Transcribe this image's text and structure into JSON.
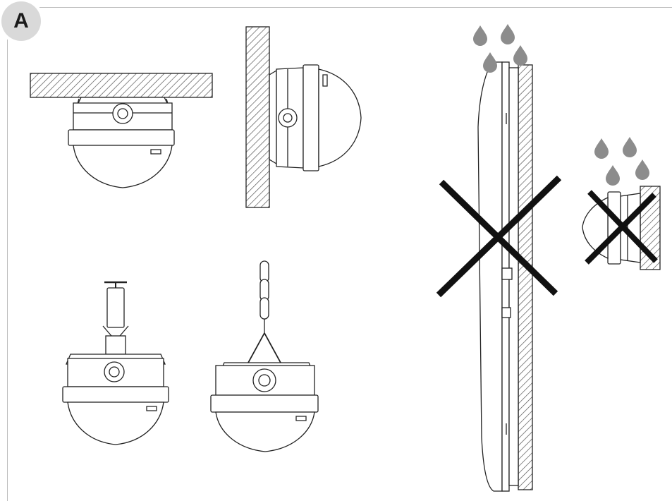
{
  "panel": {
    "label": "A"
  },
  "colors": {
    "line": "#222222",
    "hatch": "#555555",
    "cross": "#111111",
    "drop": "#8c8c8c",
    "badge": "#d9d9d9",
    "frame": "#bdbdbd"
  },
  "icons": [
    "hatch-ceiling",
    "hatch-wall",
    "water-drop-icon",
    "prohibited-cross-icon",
    "chain-icon",
    "rod-icon"
  ]
}
